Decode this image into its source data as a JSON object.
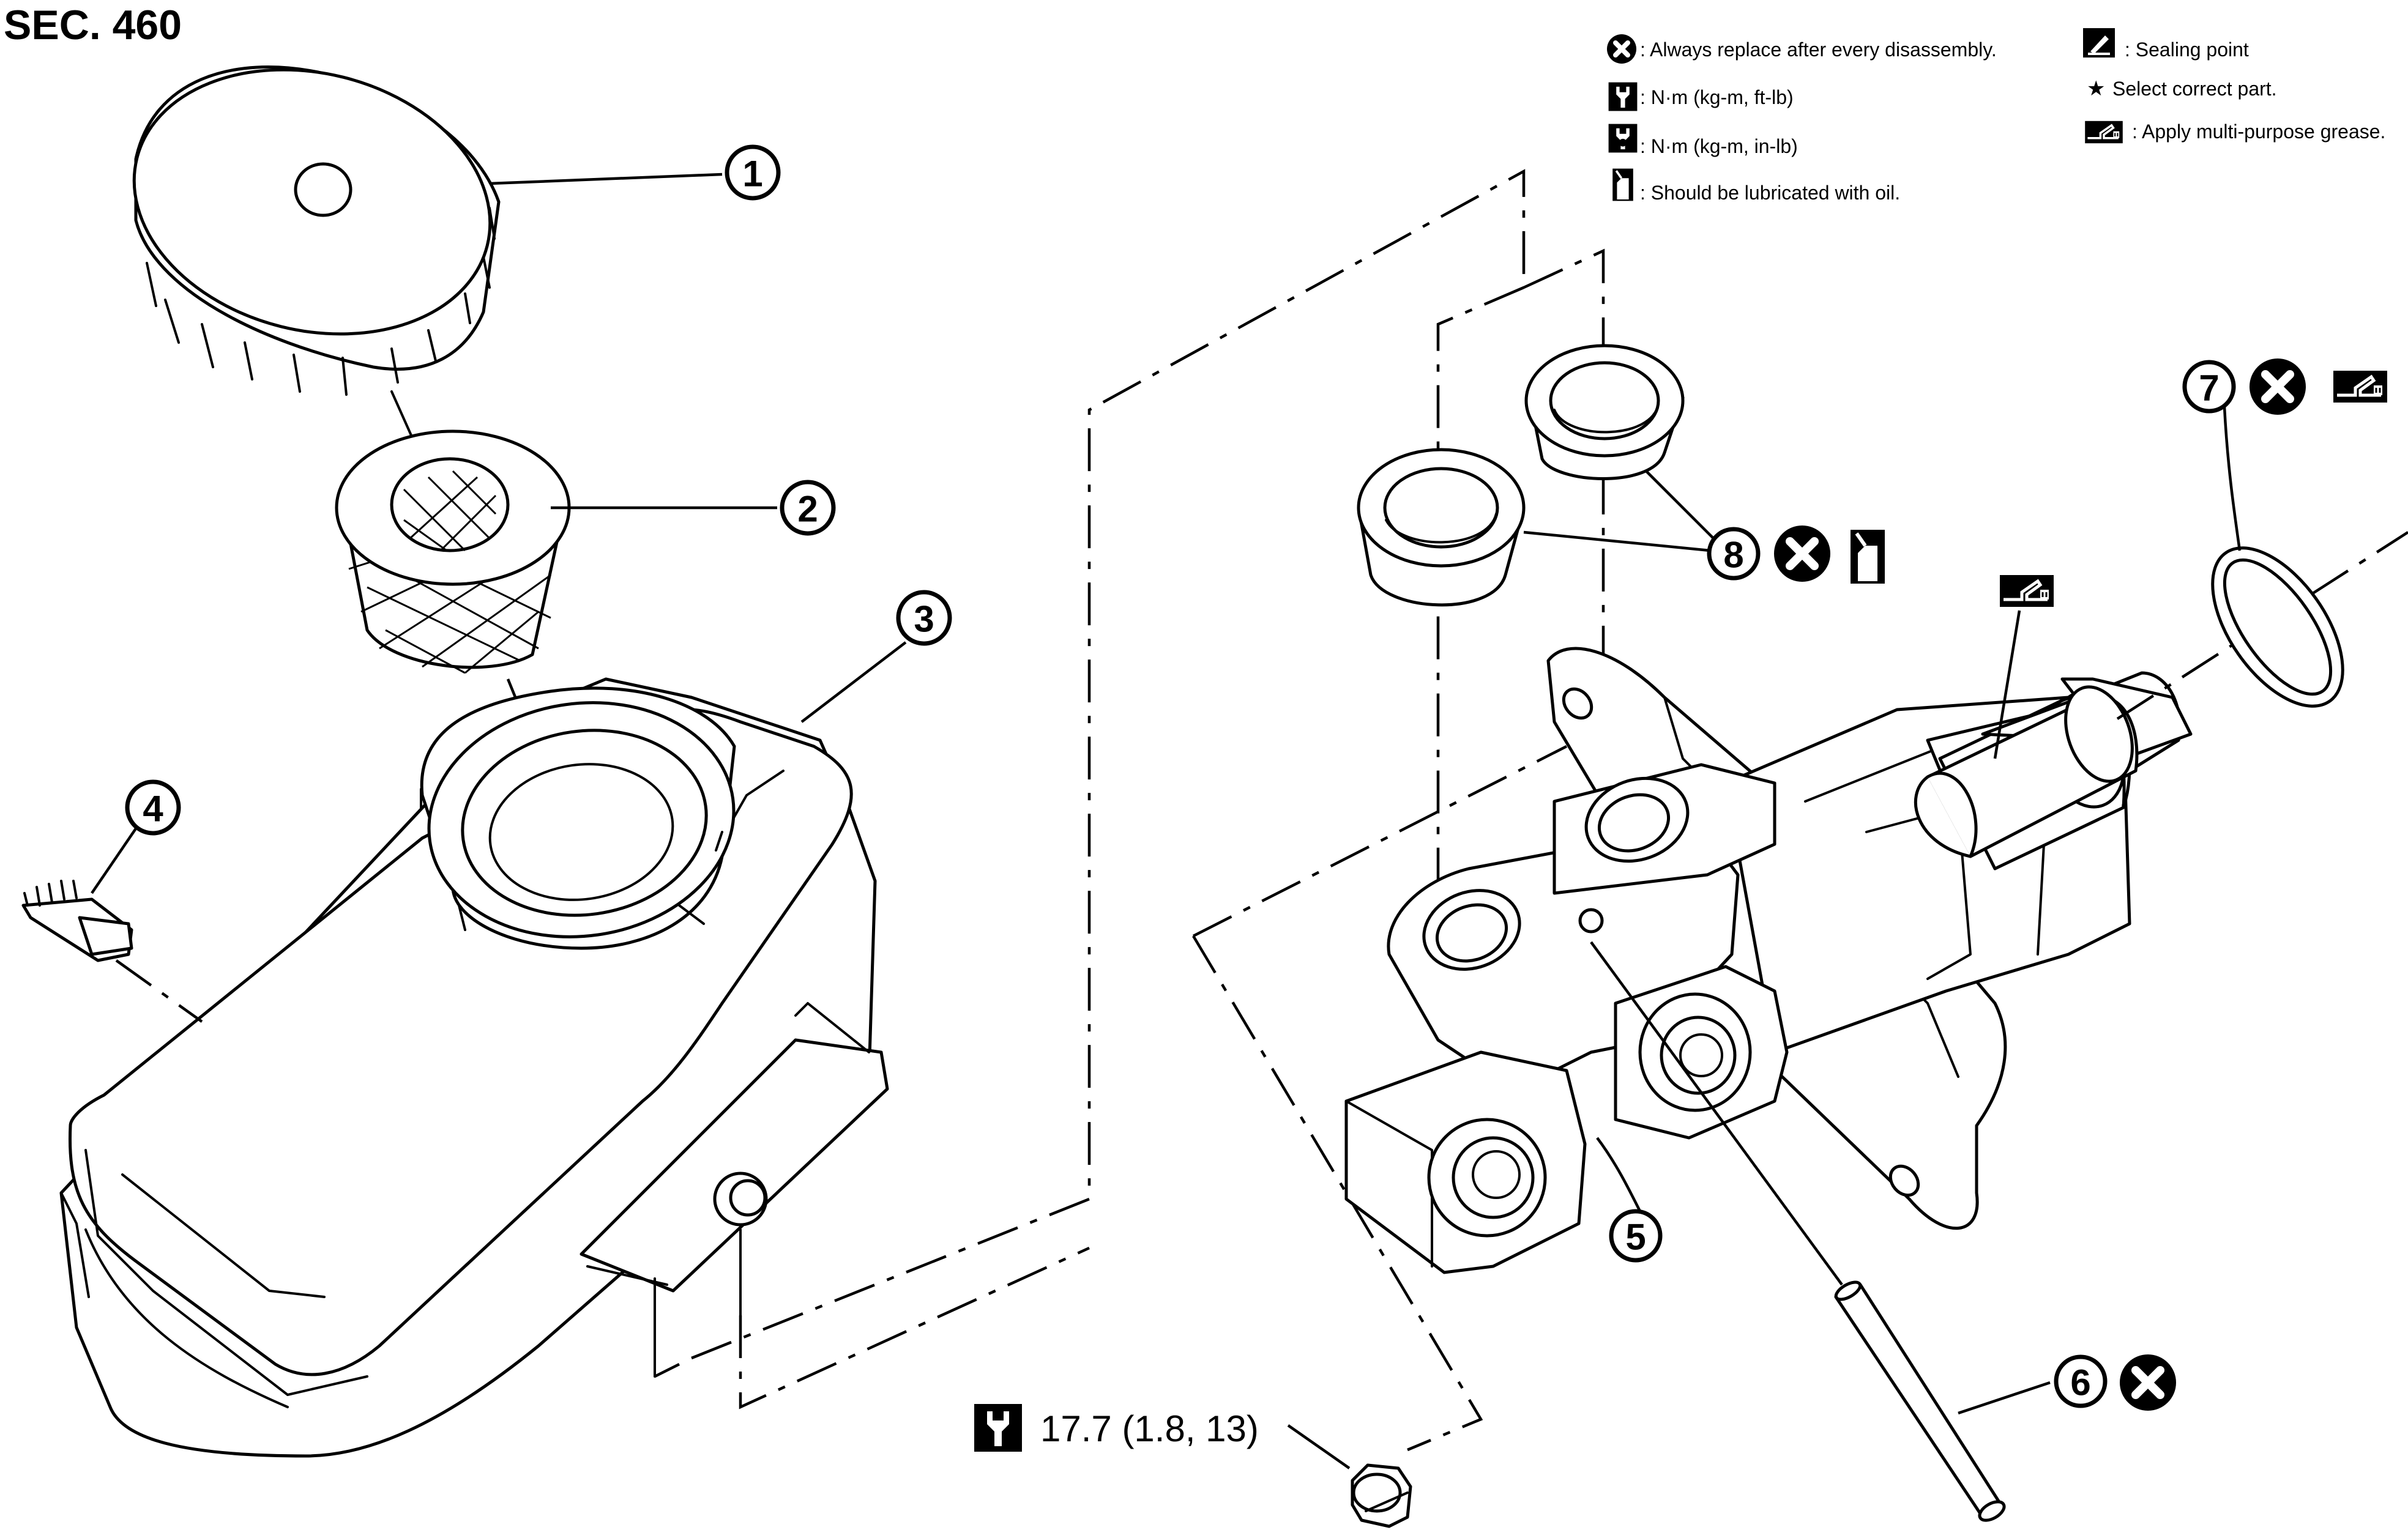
{
  "section_label": "SEC. 460",
  "legend": {
    "replace": ": Always replace after every disassembly.",
    "nm_ftlb": ": N·m (kg-m, ft-lb)",
    "nm_inlb": ": N·m (kg-m, in-lb)",
    "lubricate": ": Should be lubricated with oil.",
    "sealing": ": Sealing point",
    "select": "Select correct part.",
    "grease": ": Apply multi-purpose grease."
  },
  "callouts": [
    "1",
    "2",
    "3",
    "4",
    "5",
    "6",
    "7",
    "8"
  ],
  "torque_spec": "17.7 (1.8, 13)",
  "icons": [
    "replace-icon",
    "wrench-icon",
    "wrench-inlb-icon",
    "oil-can-icon",
    "sealing-point-icon",
    "star-icon",
    "grease-icon"
  ]
}
